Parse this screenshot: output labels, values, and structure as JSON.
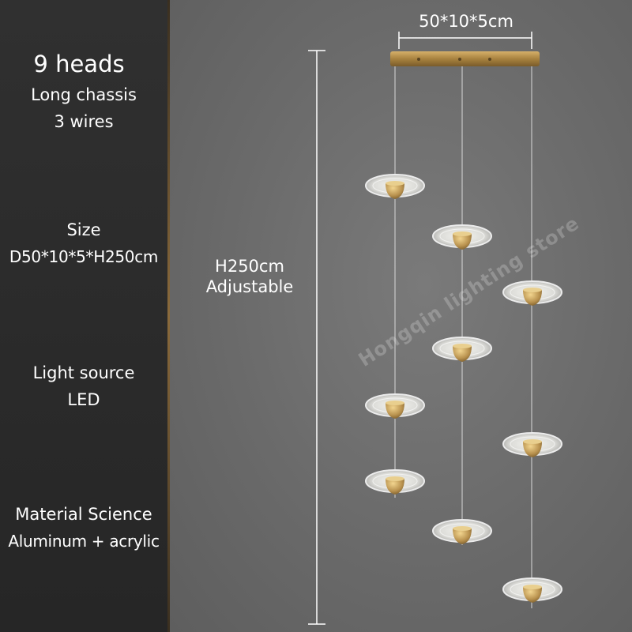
{
  "specs": {
    "heads": "9 heads",
    "chassis": "Long chassis",
    "wires": "3 wires",
    "size_label": "Size",
    "size_value": "D50*10*5*H250cm",
    "light_source_label": "Light source",
    "light_source_value": "LED",
    "material_label": "Material Science",
    "material_value": "Aluminum + acrylic"
  },
  "dimensions": {
    "canopy": "50*10*5cm",
    "height": "H250cm",
    "height_note": "Adjustable"
  },
  "watermark": "Hongqin lighting store",
  "colors": {
    "left_panel": "#2b2b2b",
    "background": "#6f6f6f",
    "brass": "#b8914e",
    "text": "#ffffff"
  }
}
